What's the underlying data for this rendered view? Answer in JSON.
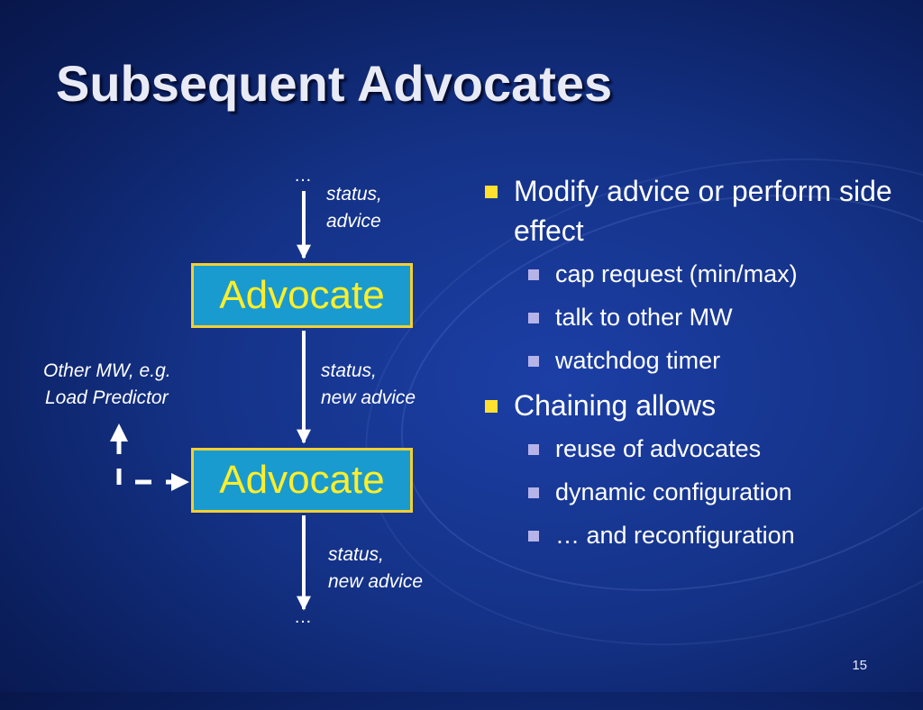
{
  "slide": {
    "title": "Subsequent Advocates",
    "page_number": "15"
  },
  "diagram": {
    "top_ellipsis": "…",
    "bottom_ellipsis": "…",
    "box1_label": "Advocate",
    "box2_label": "Advocate",
    "in_label_1": "status,",
    "in_label_2": "advice",
    "mid_label_1": "status,",
    "mid_label_2": "new advice",
    "out_label_1": "status,",
    "out_label_2": "new advice",
    "other_label_1": "Other MW, e.g.",
    "other_label_2": "Load Predictor",
    "colors": {
      "box_fill": "#1a9bd0",
      "box_border": "#f3d033",
      "box_text": "#ffee2a",
      "arrow": "#ffffff"
    }
  },
  "bullets": {
    "b1": "Modify advice or perform side effect",
    "b1_sub": [
      "cap request (min/max)",
      "talk to other MW",
      "watchdog timer"
    ],
    "b2": "Chaining allows",
    "b2_sub": [
      "reuse of advocates",
      "dynamic configuration",
      "… and reconfiguration"
    ]
  }
}
